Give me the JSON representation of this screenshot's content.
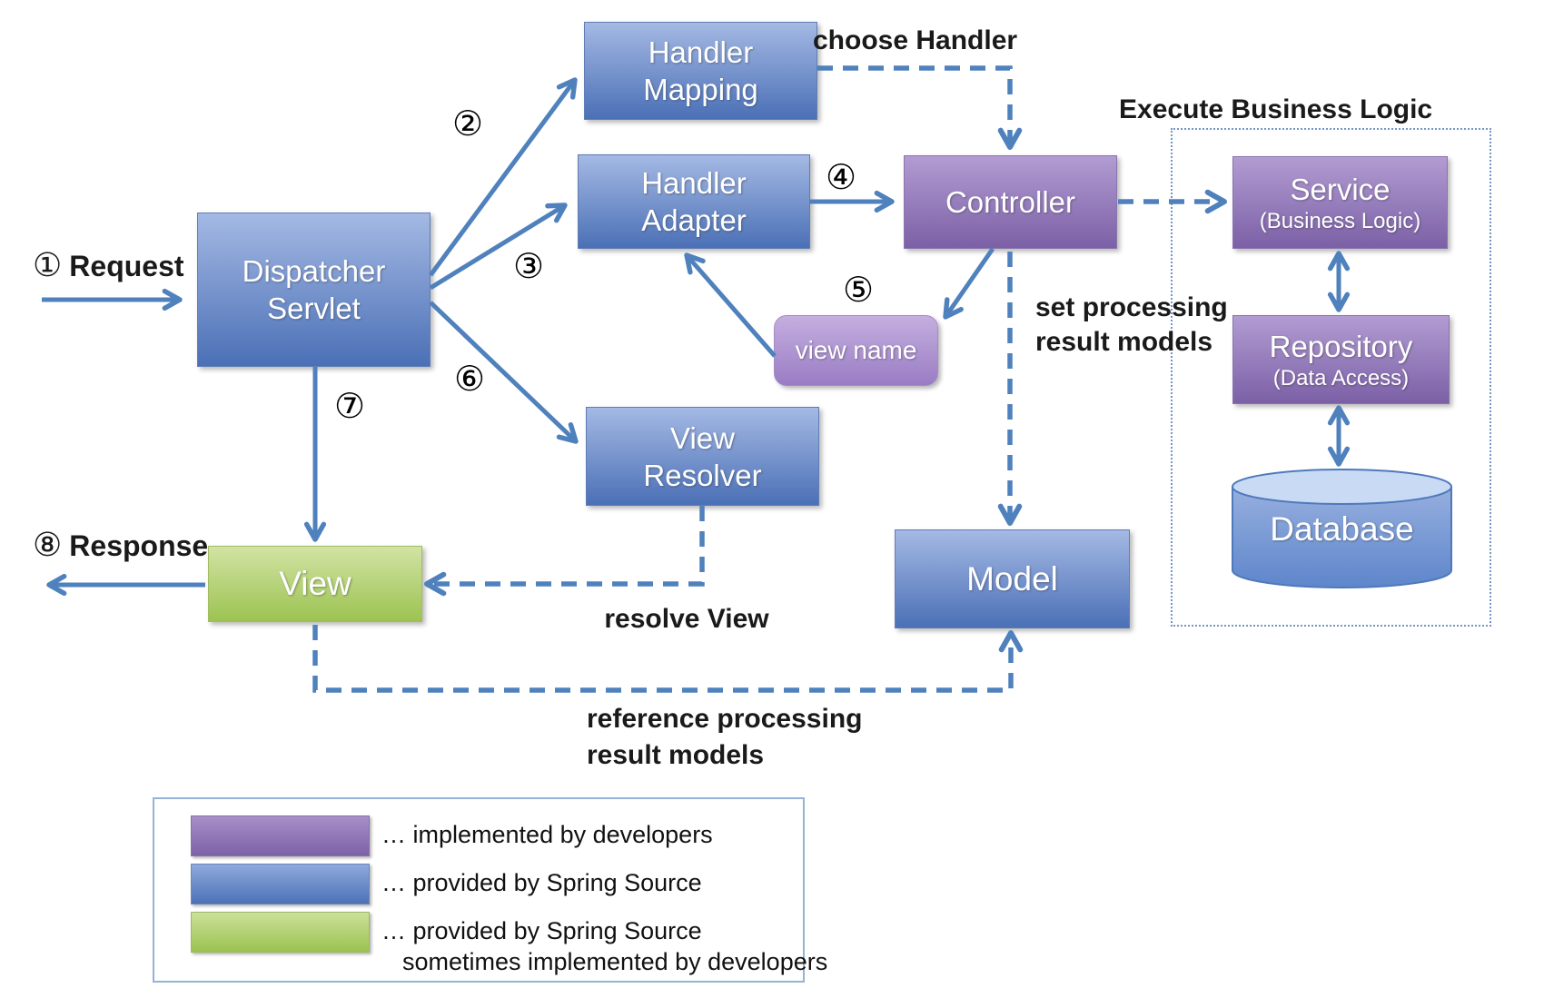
{
  "colors": {
    "blue_top": "#A4B9E4",
    "blue_bottom": "#4B70B6",
    "purple_top": "#B29CD2",
    "purple_bottom": "#7B60A6",
    "viewname_top": "#C4AFDF",
    "viewname_bottom": "#9A7CC4",
    "green_top": "#D2E3A4",
    "green_bottom": "#9CC351",
    "db_top": "#C9DAF5",
    "db_body_top": "#97AFDF",
    "db_body_bottom": "#5E86CB",
    "arrow": "#4F81BD",
    "dotted_border": "#7396C8",
    "legend_border": "#95B3D7",
    "text_dark": "#1A1A1A"
  },
  "nodes": {
    "handler_mapping": {
      "line1": "Handler",
      "line2": "Mapping"
    },
    "handler_adapter": {
      "line1": "Handler",
      "line2": "Adapter"
    },
    "dispatcher_servlet": {
      "line1": "Dispatcher",
      "line2": "Servlet"
    },
    "controller": {
      "label": "Controller"
    },
    "view_name": {
      "label": "view name"
    },
    "view_resolver": {
      "line1": "View",
      "line2": "Resolver"
    },
    "view": {
      "label": "View"
    },
    "model": {
      "label": "Model"
    },
    "service": {
      "label": "Service",
      "sublabel": "(Business Logic)"
    },
    "repository": {
      "label": "Repository",
      "sublabel": "(Data Access)"
    },
    "database": {
      "label": "Database"
    }
  },
  "annotations": {
    "step1_num": "①",
    "step1_label": "Request",
    "step2": "②",
    "step3": "③",
    "step4": "④",
    "step5": "⑤",
    "step6": "⑥",
    "step7": "⑦",
    "step8_num": "⑧",
    "step8_label": "Response",
    "choose_handler": "choose Handler",
    "execute_business_logic": "Execute Business Logic",
    "set_processing_line1": "set processing",
    "set_processing_line2": "result models",
    "resolve_view": "resolve View",
    "reference_line1": "reference processing",
    "reference_line2": "result models"
  },
  "legend": {
    "items": [
      {
        "swatch": "purple",
        "label": "… implemented by developers"
      },
      {
        "swatch": "blue",
        "label": "… provided by Spring Source"
      },
      {
        "swatch": "green",
        "label": "… provided by Spring Source",
        "label2": "sometimes implemented by developers"
      }
    ]
  }
}
